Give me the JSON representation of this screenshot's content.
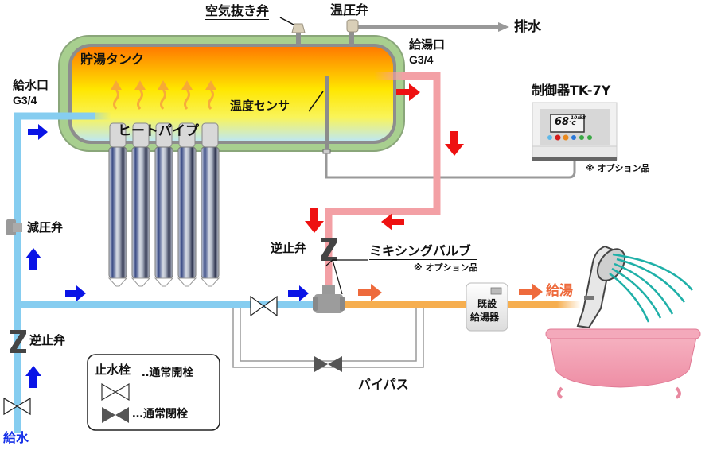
{
  "diagram": {
    "labels": {
      "air_vent_valve": "空気抜き弁",
      "pt_relief_valve": "温圧弁",
      "drain": "排水",
      "tank": "貯湯タンク",
      "hot_outlet": "給湯口",
      "hot_outlet_size": "G3/4",
      "cold_inlet": "給水口",
      "cold_inlet_size": "G3/4",
      "temp_sensor": "温度センサ",
      "heat_pipe": "ヒートパイプ",
      "controller": "制御器TK-7Y",
      "controller_option": "※ オプション品",
      "pressure_reducing_valve": "減圧弁",
      "check_valve_upper": "逆止弁",
      "check_valve_lower": "逆止弁",
      "mixing_valve": "ミキシングバルブ",
      "mixing_valve_option": "※ オプション品",
      "existing_heater_line1": "既設",
      "existing_heater_line2": "給湯器",
      "hot_supply": "給湯",
      "bypass": "バイパス",
      "water_supply": "給水"
    },
    "legend": {
      "title": "止水栓",
      "open_label": "‥通常開栓",
      "closed_label": "…通常閉栓"
    },
    "controller_display": {
      "temperature": "68",
      "unit": "℃",
      "small_readout": "10:58"
    },
    "colors": {
      "cold_pipe": "#86cdf0",
      "hot_pipe": "#f3a0a5",
      "mixed_pipe": "#f6ae4f",
      "cold_arrow": "#0a14e6",
      "hot_arrow": "#ee1111",
      "mixed_arrow": "#ee6a3c",
      "tank_shell": "#a8cf8f",
      "shower_water": "#1fb0a8",
      "tub": "#f3a0b3",
      "hot_supply_text": "#ee6a3c",
      "water_supply_text": "#1530e8"
    }
  }
}
